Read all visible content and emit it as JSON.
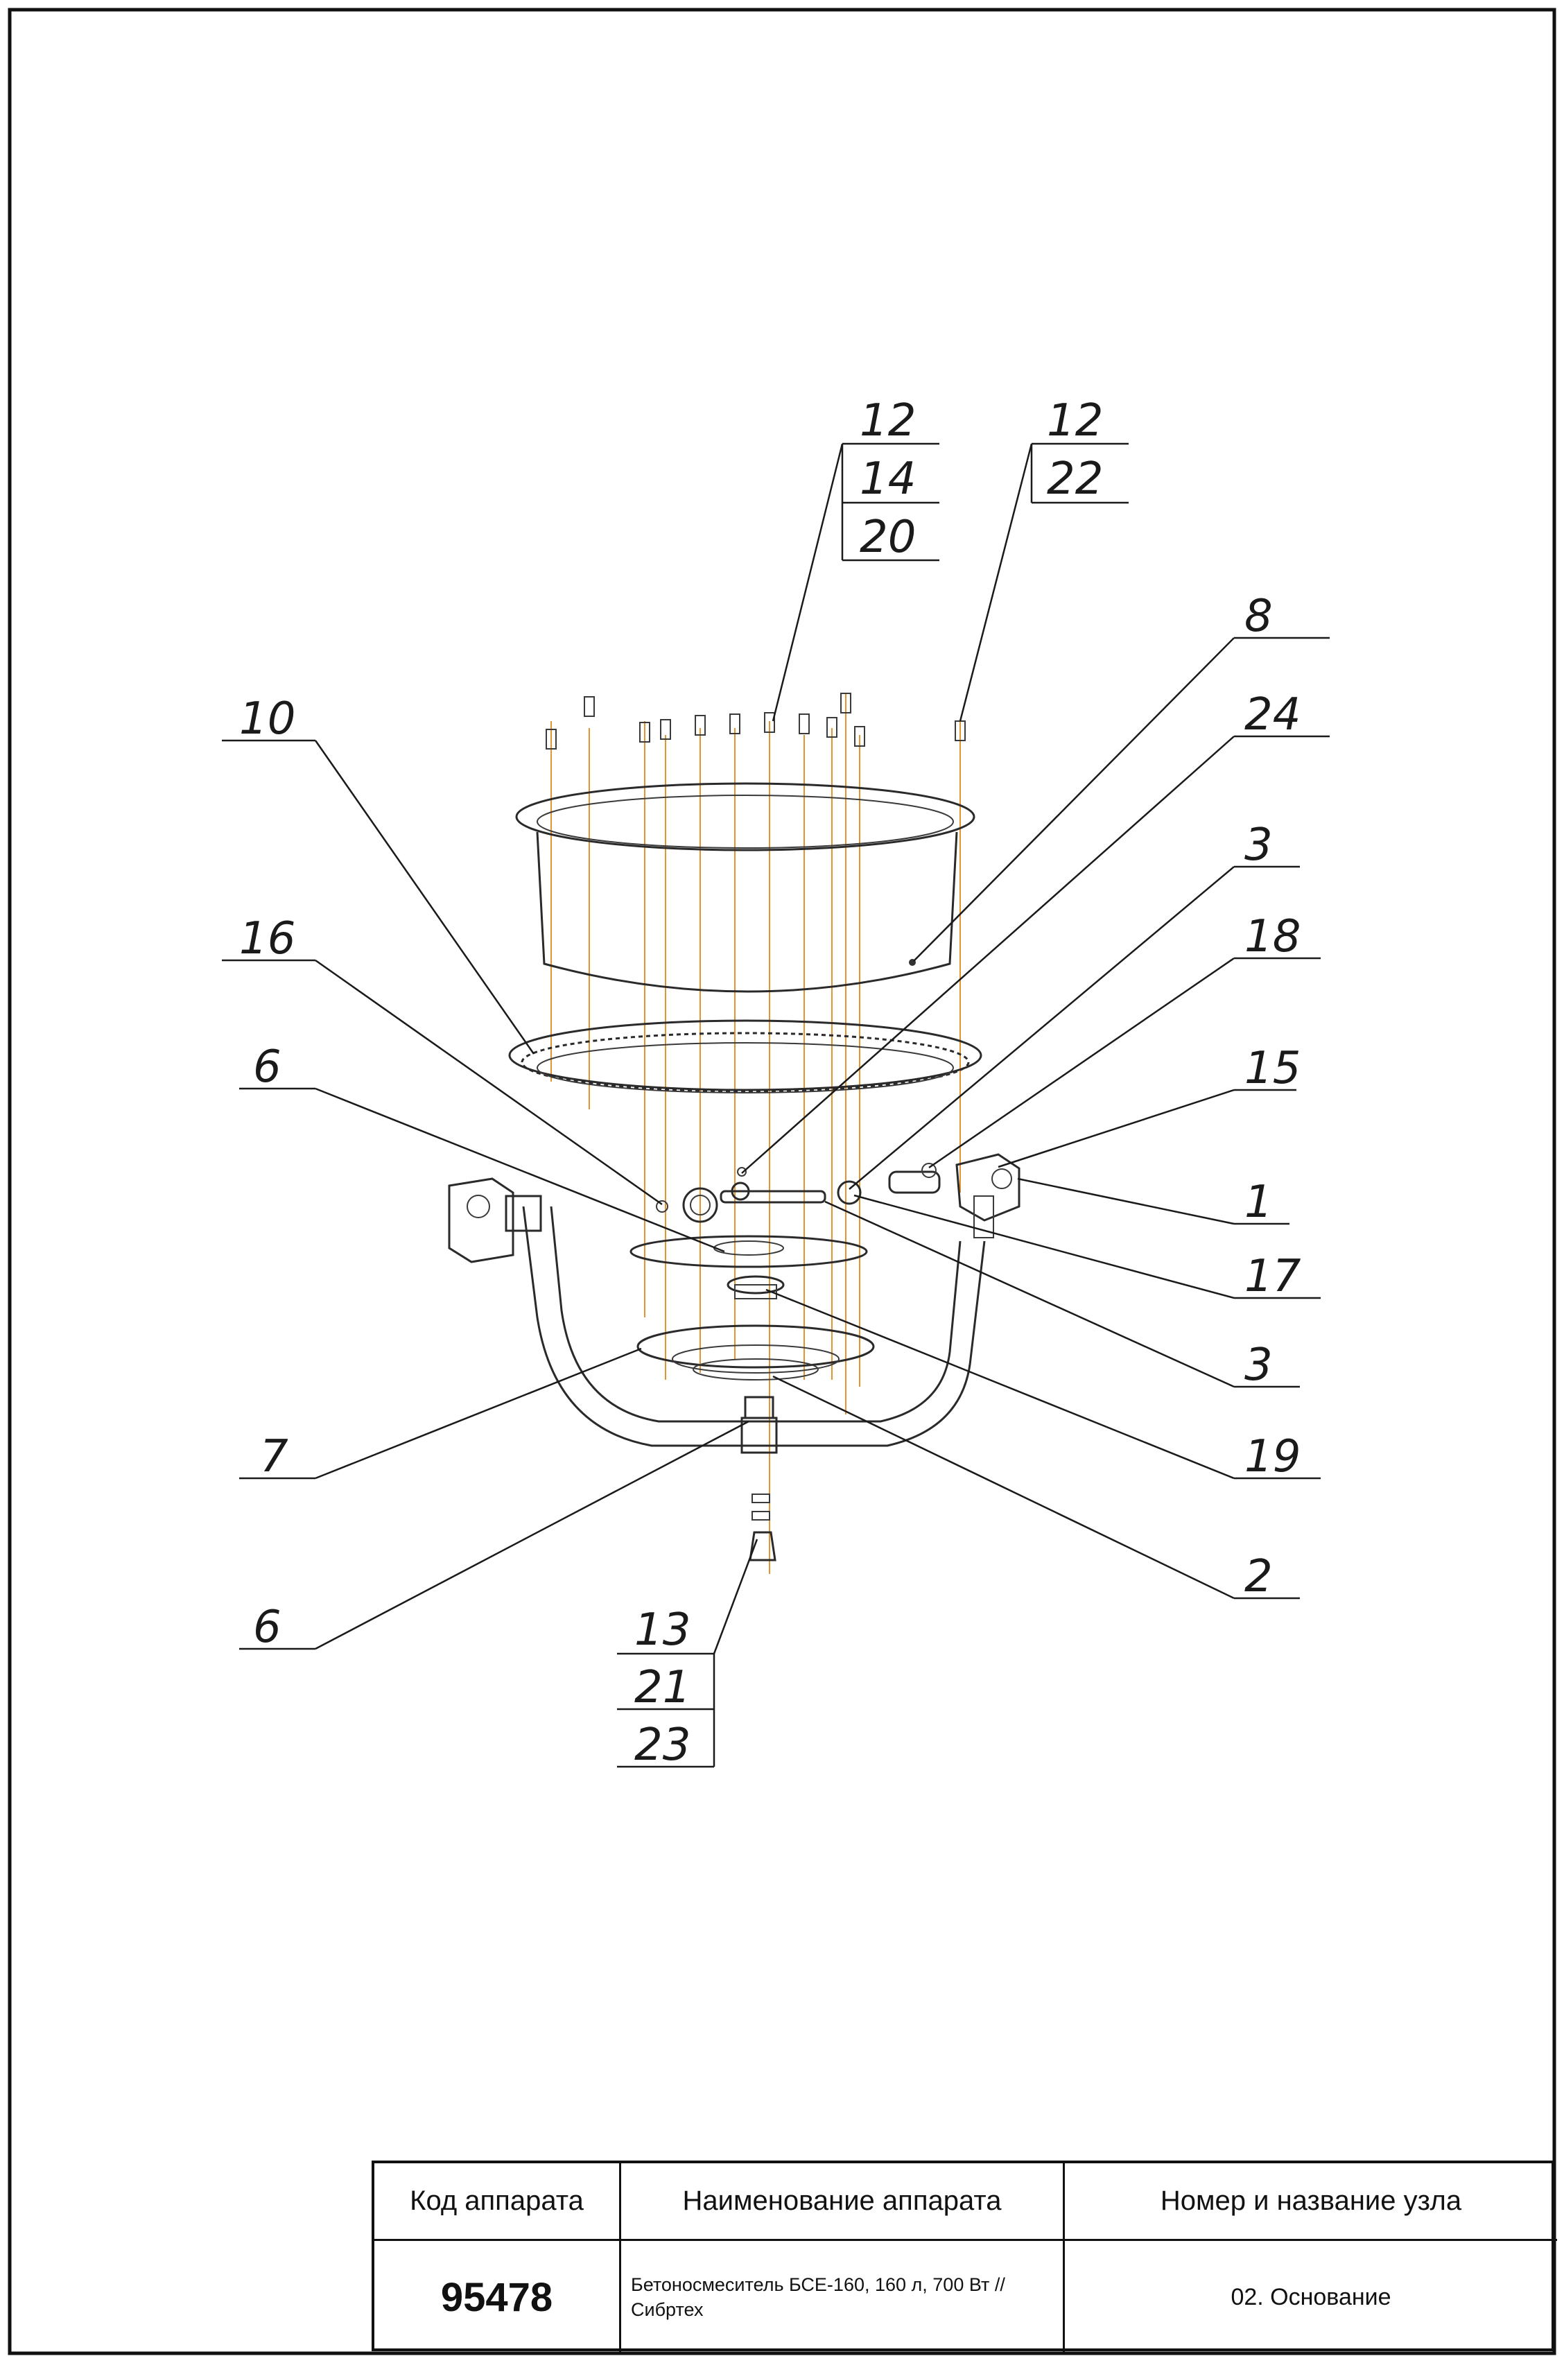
{
  "callouts": {
    "c12a": "12",
    "c14": "14",
    "c20": "20",
    "c12b": "12",
    "c22": "22",
    "c8": "8",
    "c24": "24",
    "c3a": "3",
    "c18": "18",
    "c15": "15",
    "c1": "1",
    "c17": "17",
    "c3b": "3",
    "c19": "19",
    "c2": "2",
    "c10": "10",
    "c16": "16",
    "c6a": "6",
    "c7": "7",
    "c6b": "6",
    "c13": "13",
    "c21": "21",
    "c23": "23"
  },
  "title_block": {
    "header_code": "Код аппарата",
    "header_name": "Наименование аппарата",
    "header_unit": "Номер и название узла",
    "code": "95478",
    "name": "Бетоносмеситель БСЕ-160, 160 л, 700 Вт // Сибртех",
    "unit": "02. Основание"
  }
}
